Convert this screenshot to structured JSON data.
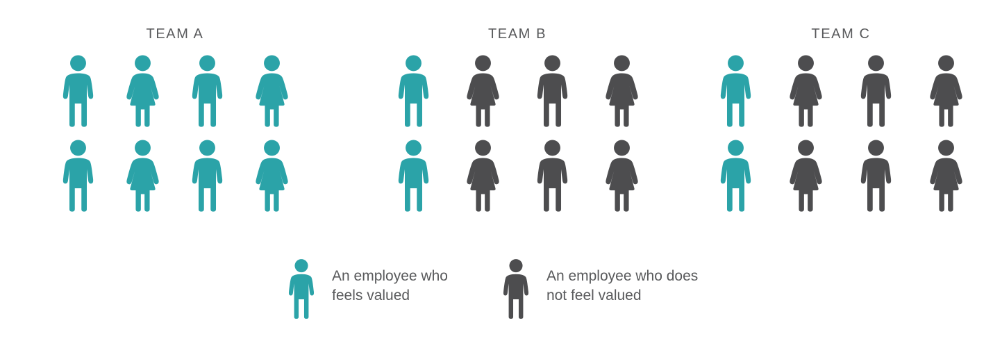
{
  "colors": {
    "valued": "#2BA3A8",
    "not_valued": "#4D4D4F",
    "text": "#58595B",
    "background": "#FFFFFF"
  },
  "teams": [
    {
      "label": "TEAM A",
      "rows": [
        [
          {
            "gender": "male",
            "status": "valued"
          },
          {
            "gender": "female",
            "status": "valued"
          },
          {
            "gender": "male",
            "status": "valued"
          },
          {
            "gender": "female",
            "status": "valued"
          }
        ],
        [
          {
            "gender": "male",
            "status": "valued"
          },
          {
            "gender": "female",
            "status": "valued"
          },
          {
            "gender": "male",
            "status": "valued"
          },
          {
            "gender": "female",
            "status": "valued"
          }
        ]
      ]
    },
    {
      "label": "TEAM B",
      "rows": [
        [
          {
            "gender": "male",
            "status": "valued"
          },
          {
            "gender": "female",
            "status": "not_valued"
          },
          {
            "gender": "male",
            "status": "not_valued"
          },
          {
            "gender": "female",
            "status": "not_valued"
          }
        ],
        [
          {
            "gender": "male",
            "status": "valued"
          },
          {
            "gender": "female",
            "status": "not_valued"
          },
          {
            "gender": "male",
            "status": "not_valued"
          },
          {
            "gender": "female",
            "status": "not_valued"
          }
        ]
      ]
    },
    {
      "label": "TEAM C",
      "rows": [
        [
          {
            "gender": "male",
            "status": "valued"
          },
          {
            "gender": "female",
            "status": "not_valued"
          },
          {
            "gender": "male",
            "status": "not_valued"
          },
          {
            "gender": "female",
            "status": "not_valued"
          }
        ],
        [
          {
            "gender": "male",
            "status": "valued"
          },
          {
            "gender": "female",
            "status": "not_valued"
          },
          {
            "gender": "male",
            "status": "not_valued"
          },
          {
            "gender": "female",
            "status": "not_valued"
          }
        ]
      ]
    }
  ],
  "legend": {
    "items": [
      {
        "icon": "person-icon",
        "status": "valued",
        "text": "An employee who\nfeels valued"
      },
      {
        "icon": "person-icon",
        "status": "not_valued",
        "text": "An employee who does\nnot feel valued"
      }
    ]
  },
  "chart_data": {
    "type": "pictogram",
    "title": "",
    "unit": "1 icon = 1 employee",
    "categories": [
      "TEAM A",
      "TEAM B",
      "TEAM C"
    ],
    "series": [
      {
        "name": "An employee who feels valued",
        "values": [
          8,
          2,
          2
        ],
        "color": "#2BA3A8"
      },
      {
        "name": "An employee who does not feel valued",
        "values": [
          0,
          6,
          6
        ],
        "color": "#4D4D4F"
      }
    ],
    "totals_per_category": [
      8,
      8,
      8
    ],
    "grid_per_category": {
      "rows": 2,
      "columns": 4
    },
    "legend_position": "bottom",
    "grid": false,
    "xlabel": "",
    "ylabel": ""
  }
}
